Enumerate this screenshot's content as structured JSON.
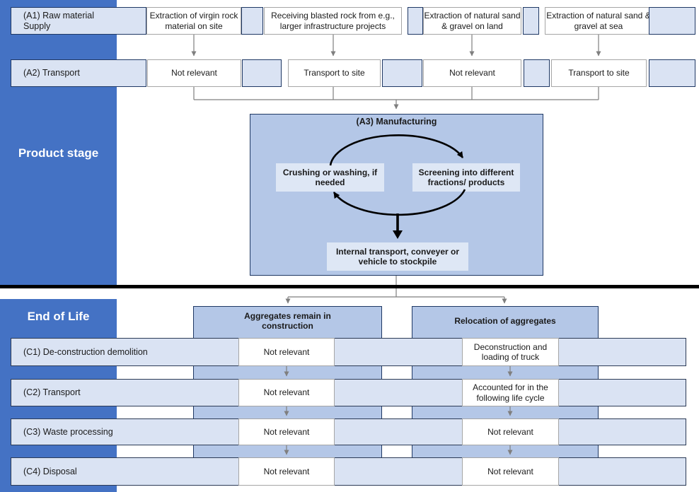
{
  "colors": {
    "sidebar_blue": "#4472C4",
    "light_blue": "#DAE3F3",
    "medium_blue": "#B4C7E7",
    "process_box": "#DEE7F5",
    "dark_border": "#1F3864",
    "connector_gray": "#7F7F7F",
    "divider_black": "#000000"
  },
  "sidebar": {
    "product_stage_label": "Product stage",
    "end_of_life_label": "End of Life"
  },
  "product_stage": {
    "row_a1": {
      "label": "(A1) Raw material Supply",
      "cells": [
        "Extraction of virgin rock material on site",
        "Receiving blasted rock from e.g., larger infrastructure projects",
        "Extraction of natural sand & gravel on land",
        "Extraction of natural sand & gravel at sea"
      ]
    },
    "row_a2": {
      "label": "(A2) Transport",
      "cells": [
        "Not relevant",
        "Transport to site",
        "Not relevant",
        "Transport to site"
      ]
    },
    "manufacturing": {
      "title": "(A3) Manufacturing",
      "process_left": "Crushing or washing, if needed",
      "process_right": "Screening into different fractions/ products",
      "process_bottom": "Internal transport, conveyer or vehicle to stockpile"
    }
  },
  "end_of_life": {
    "columns": [
      "Aggregates remain in construction",
      "Relocation of aggregates"
    ],
    "rows": [
      {
        "label": "(C1) De-construction demolition",
        "cells": [
          "Not relevant",
          "Deconstruction and loading of truck"
        ]
      },
      {
        "label": "(C2) Transport",
        "cells": [
          "Not relevant",
          "Accounted for in the following life cycle"
        ]
      },
      {
        "label": "(C3) Waste processing",
        "cells": [
          "Not relevant",
          "Not relevant"
        ]
      },
      {
        "label": "(C4) Disposal",
        "cells": [
          "Not relevant",
          "Not relevant"
        ]
      }
    ]
  }
}
